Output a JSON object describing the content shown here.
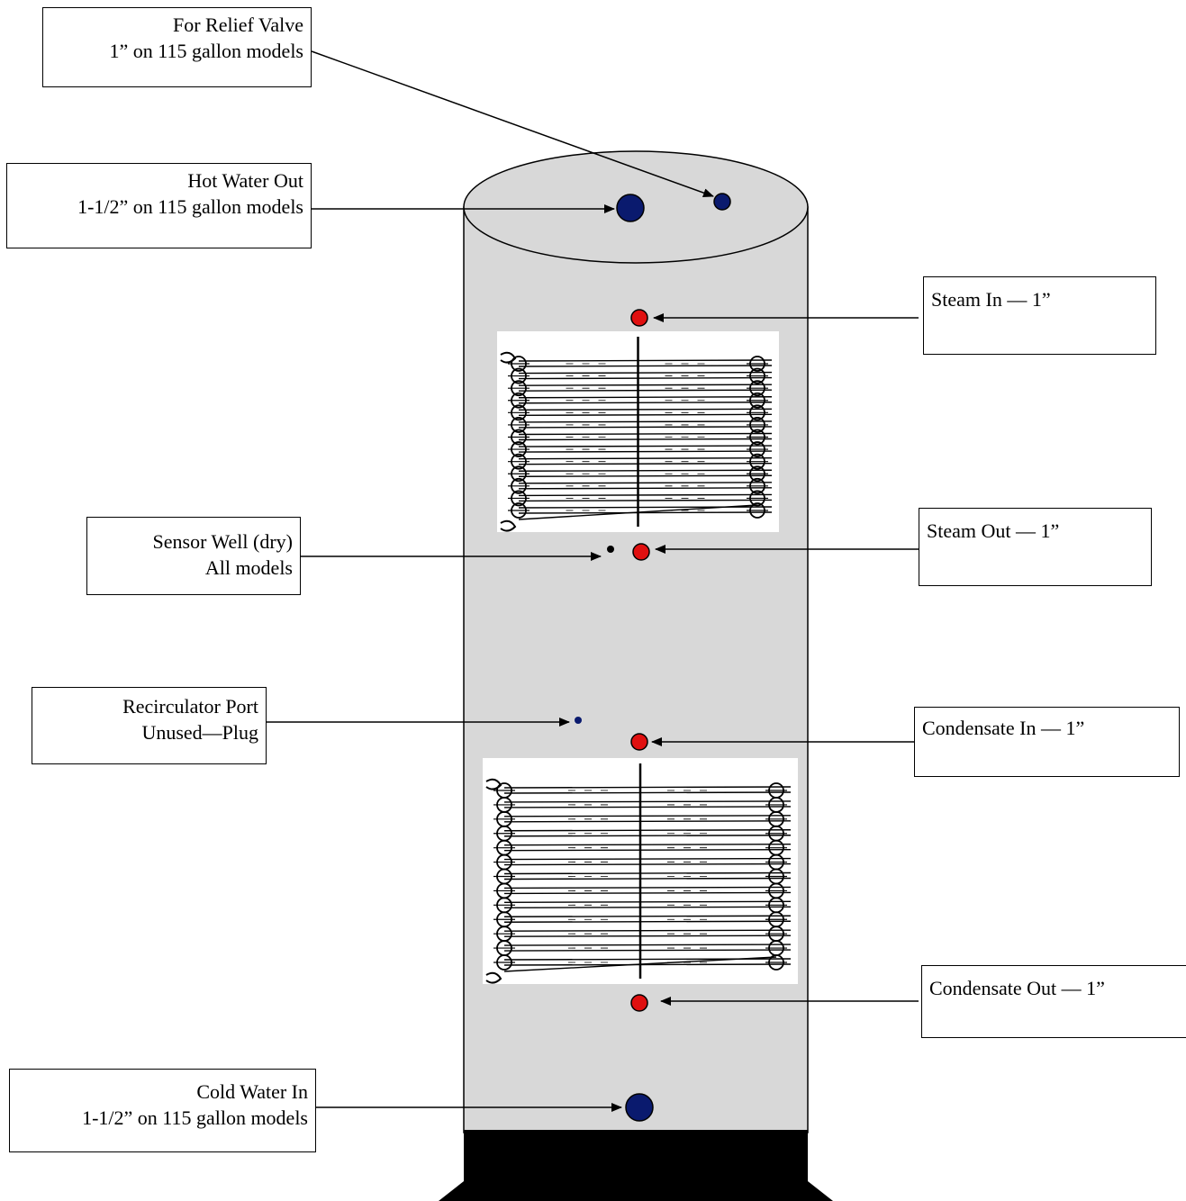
{
  "labels": {
    "relief_valve": {
      "line1": "For Relief Valve",
      "line2": "1” on 115 gallon models"
    },
    "hot_water_out": {
      "line1": "Hot Water Out",
      "line2": "1-1/2” on 115 gallon models"
    },
    "steam_in": {
      "line1": "Steam In — 1”"
    },
    "steam_out": {
      "line1": "Steam Out — 1”"
    },
    "sensor_well": {
      "line1": "Sensor Well (dry)",
      "line2": "All models"
    },
    "recirculator_port": {
      "line1": "Recirculator Port",
      "line2": "Unused—Plug"
    },
    "condensate_in": {
      "line1": "Condensate In — 1”"
    },
    "condensate_out": {
      "line1": "Condensate Out — 1”"
    },
    "cold_water_in": {
      "line1": "Cold Water In",
      "line2": "1-1/2” on 115 gallon models"
    }
  },
  "colors": {
    "tank_body": "#d8d8d8",
    "water_port": "#0a1a6e",
    "steam_port": "#e01010",
    "base": "#000000",
    "coil_panel": "#ffffff"
  }
}
